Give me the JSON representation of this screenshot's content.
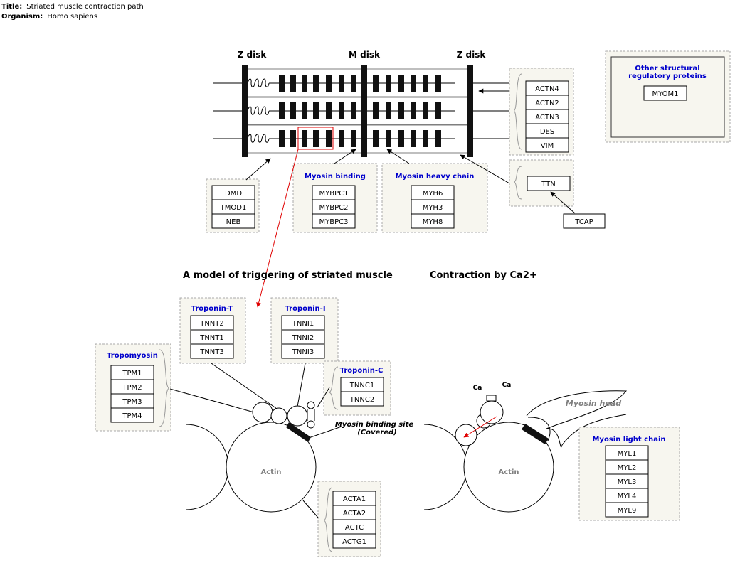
{
  "meta": {
    "title_label": "Title:",
    "title": "Striated muscle contraction path",
    "organism_label": "Organism:",
    "organism": "Homo sapiens"
  },
  "sarcomere": {
    "z_disk_left": "Z disk",
    "m_disk": "M disk",
    "z_disk_right": "Z disk"
  },
  "groups": {
    "zdisk_anchor": {
      "title": "",
      "genes": [
        "DMD",
        "TMOD1",
        "NEB"
      ]
    },
    "myosin_binding": {
      "title": "Myosin binding",
      "genes": [
        "MYBPC1",
        "MYBPC2",
        "MYBPC3"
      ]
    },
    "myosin_heavy": {
      "title": "Myosin heavy chain",
      "genes": [
        "MYH6",
        "MYH3",
        "MYH8"
      ]
    },
    "actinin": {
      "title": "",
      "genes": [
        "ACTN4",
        "ACTN2",
        "ACTN3",
        "DES",
        "VIM"
      ]
    },
    "titin": {
      "title": "",
      "genes": [
        "TTN"
      ]
    },
    "other_structural": {
      "title_line1": "Other structural",
      "title_line2": "regulatory proteins",
      "genes": [
        "MYOM1"
      ]
    },
    "troponin_t": {
      "title": "Troponin-T",
      "genes": [
        "TNNT2",
        "TNNT1",
        "TNNT3"
      ]
    },
    "troponin_i": {
      "title": "Troponin-I",
      "genes": [
        "TNNI1",
        "TNNI2",
        "TNNI3"
      ]
    },
    "troponin_c": {
      "title": "Troponin-C",
      "genes": [
        "TNNC1",
        "TNNC2"
      ]
    },
    "tropomyosin": {
      "title": "Tropomyosin",
      "genes": [
        "TPM1",
        "TPM2",
        "TPM3",
        "TPM4"
      ]
    },
    "actin_genes": {
      "title": "",
      "genes": [
        "ACTA1",
        "ACTA2",
        "ACTC",
        "ACTG1"
      ]
    },
    "myosin_light": {
      "title": "Myosin light chain",
      "genes": [
        "MYL1",
        "MYL2",
        "MYL3",
        "MYL4",
        "MYL9"
      ]
    }
  },
  "single_genes": {
    "tcap": "TCAP"
  },
  "headings": {
    "model": "A model of triggering of striated muscle",
    "contraction": "Contraction by Ca2+"
  },
  "labels": {
    "actin_left": "Actin",
    "actin_right": "Actin",
    "binding_site_line1": "Myosin binding site",
    "binding_site_line2": "(Covered)",
    "myosin_head": "Myosin head",
    "ca1": "Ca",
    "ca2": "Ca"
  },
  "colors": {
    "group_title": "#0000cc",
    "panel_fill": "#f7f6ef",
    "panel_border": "#a8a8a8",
    "highlight_red": "#e00000",
    "label_gray": "#808080"
  }
}
